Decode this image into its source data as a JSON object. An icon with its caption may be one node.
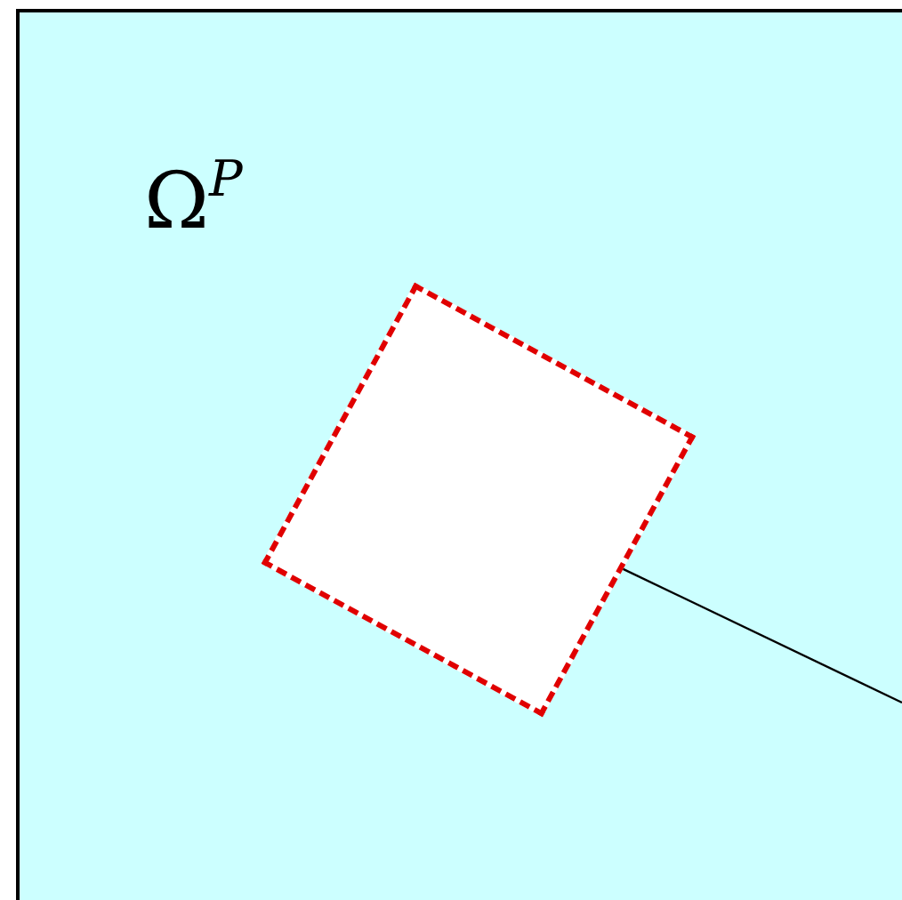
{
  "diagram": {
    "nodes": [
      {
        "text": [
          "Ω$^{P}$"
        ]
      },
      {
        "text": [],
        "shape": "box",
        "in": 0
      }
    ],
    "edges": [
      {
        "from": null,
        "to": 1,
        "arrow": "none"
      }
    ]
  }
}
